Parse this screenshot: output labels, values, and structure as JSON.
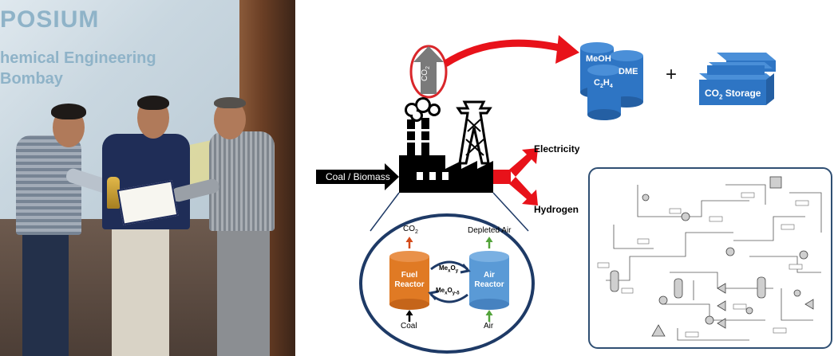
{
  "photo": {
    "banner_lines": [
      "POSIUM",
      "hemical Engineering",
      "Bombay"
    ]
  },
  "diagram": {
    "co2_arrow_label": "CO",
    "co2_arrow_sub": "2",
    "feed_label": "Coal / Biomass",
    "products": {
      "meoh": "MeOH",
      "dme": "DME",
      "c2h4_main": "C",
      "c2h4_sub1": "2",
      "c2h4_mid": "H",
      "c2h4_sub2": "4",
      "plus": "+",
      "storage_main": "CO",
      "storage_sub": "2",
      "storage_tail": " Storage"
    },
    "outputs": {
      "electricity": "Electricity",
      "hydrogen": "Hydrogen"
    },
    "looping": {
      "co2_main": "CO",
      "co2_sub": "2",
      "depleted_air": "Depleted Air",
      "fuel_reactor": [
        "Fuel",
        "Reactor"
      ],
      "air_reactor": [
        "Air",
        "Reactor"
      ],
      "oxide_top_main": "Me",
      "oxide_top_x": "x",
      "oxide_top_o": "O",
      "oxide_top_y": "y",
      "oxide_bot_main": "Me",
      "oxide_bot_x": "x",
      "oxide_bot_o": "O",
      "oxide_bot_y": "y-δ",
      "coal": "Coal",
      "air": "Air"
    }
  },
  "colors": {
    "co2_oval": "#d9262a",
    "red_arrow": "#e8121a",
    "cylinder_blue": "#2e75c4",
    "fuel_reactor": "#e07a24",
    "air_reactor": "#5a9ad6",
    "panel_border": "#2f4f73"
  }
}
